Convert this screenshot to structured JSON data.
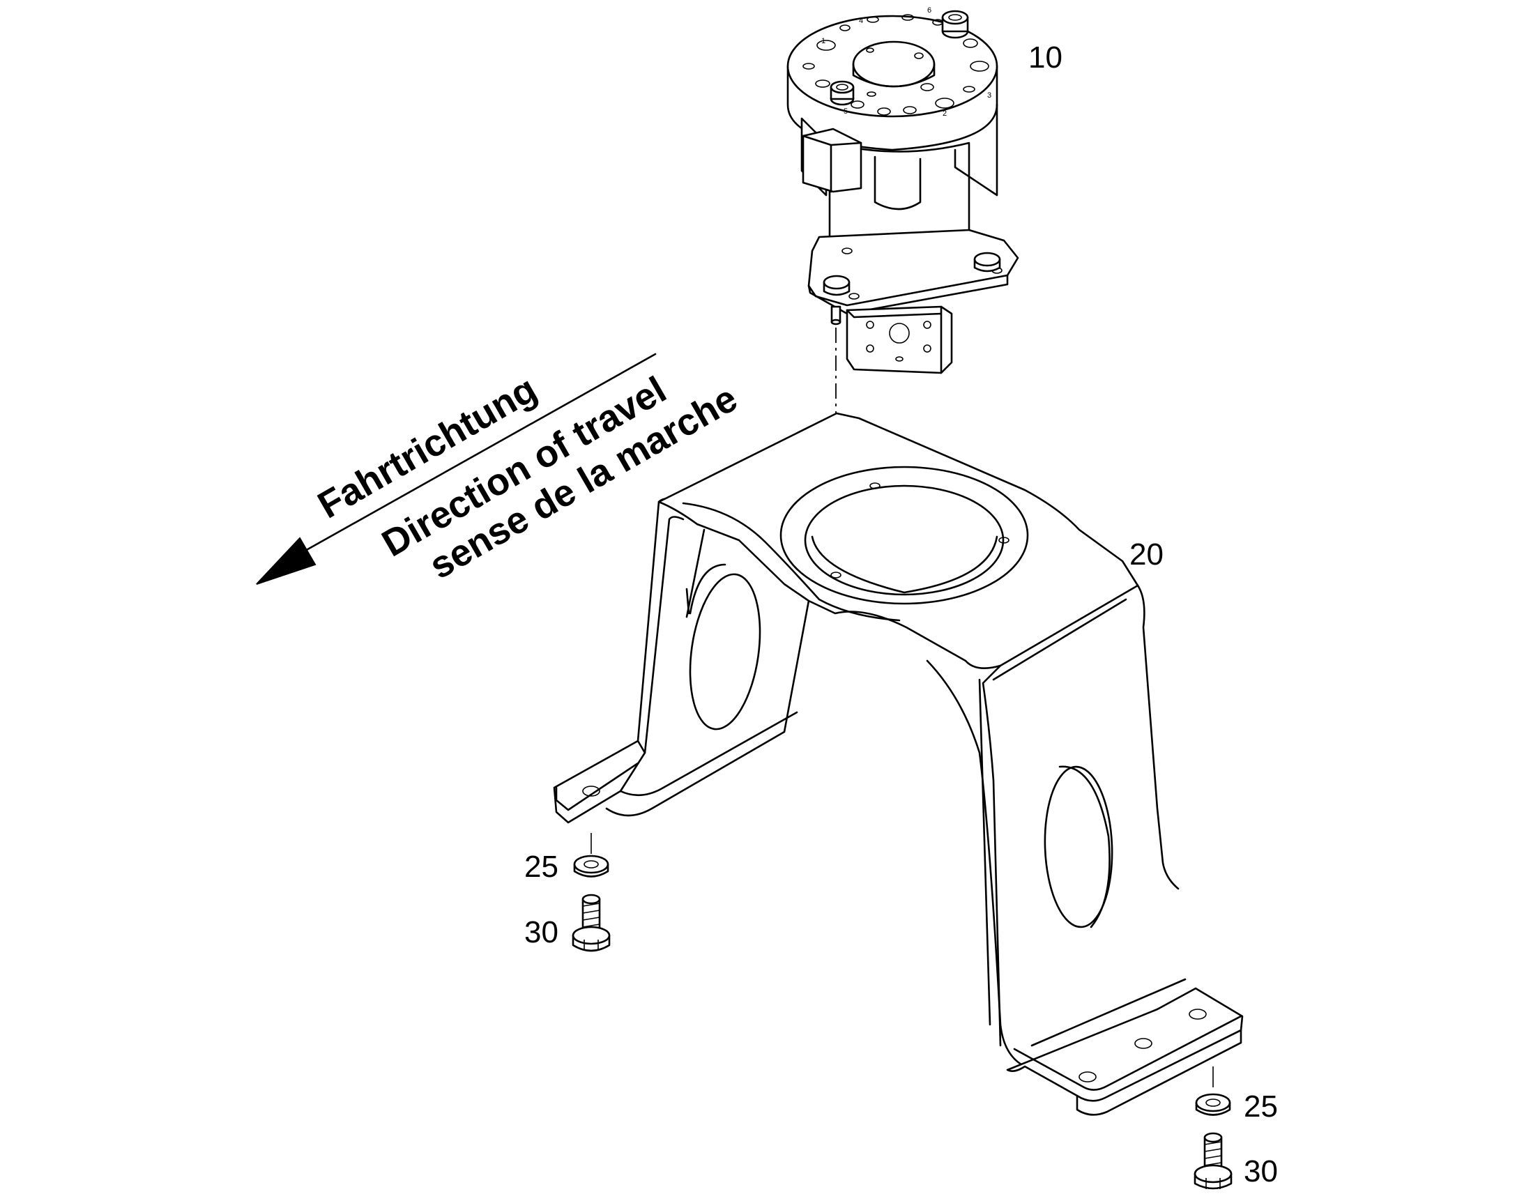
{
  "direction": {
    "lines": [
      "Fahrtrichtung",
      "Direction of travel",
      "sense de la marche"
    ]
  },
  "callouts": {
    "swivel_joint": "10",
    "bracket": "20",
    "washer_left": "25",
    "bolt_left": "30",
    "washer_right": "25",
    "bolt_right": "30"
  },
  "port_marks": [
    "1",
    "2",
    "3",
    "4",
    "5",
    "6"
  ],
  "colors": {
    "line": "#000000",
    "background": "#ffffff"
  }
}
